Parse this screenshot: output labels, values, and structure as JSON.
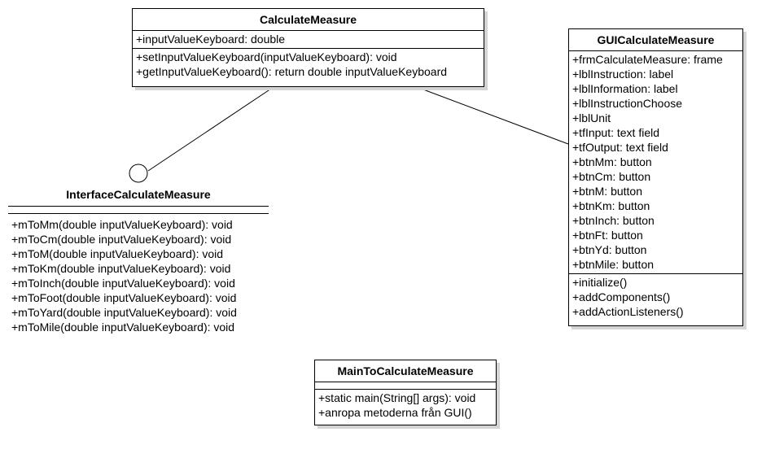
{
  "calculate_measure": {
    "name": "CalculateMeasure",
    "attributes": [
      "+inputValueKeyboard: double"
    ],
    "operations": [
      "+setInputValueKeyboard(inputValueKeyboard): void",
      "+getInputValueKeyboard(): return double inputValueKeyboard"
    ]
  },
  "gui_calculate_measure": {
    "name": "GUICalculateMeasure",
    "attributes": [
      "+frmCalculateMeasure: frame",
      "+lblInstruction: label",
      "+lblInformation: label",
      "+lblInstructionChoose",
      "+lblUnit",
      "+tfInput: text field",
      "+tfOutput: text field",
      "+btnMm: button",
      "+btnCm: button",
      "+btnM: button",
      "+btnKm: button",
      "+btnInch: button",
      "+btnFt: button",
      "+btnYd: button",
      "+btnMile: button"
    ],
    "operations": [
      "+initialize()",
      "+addComponents()",
      "+addActionListeners()"
    ]
  },
  "interface_calculate_measure": {
    "name": "InterfaceCalculateMeasure",
    "operations": [
      "+mToMm(double inputValueKeyboard): void",
      "+mToCm(double inputValueKeyboard): void",
      "+mToM(double inputValueKeyboard): void",
      "+mToKm(double inputValueKeyboard): void",
      "+mToInch(double inputValueKeyboard): void",
      "+mToFoot(double inputValueKeyboard): void",
      "+mToYard(double inputValueKeyboard): void",
      "+mToMile(double inputValueKeyboard): void"
    ]
  },
  "main_to_calculate_measure": {
    "name": "MainToCalculateMeasure",
    "operations": [
      "+static main(String[] args): void",
      "+anropa metoderna från GUI()"
    ]
  }
}
